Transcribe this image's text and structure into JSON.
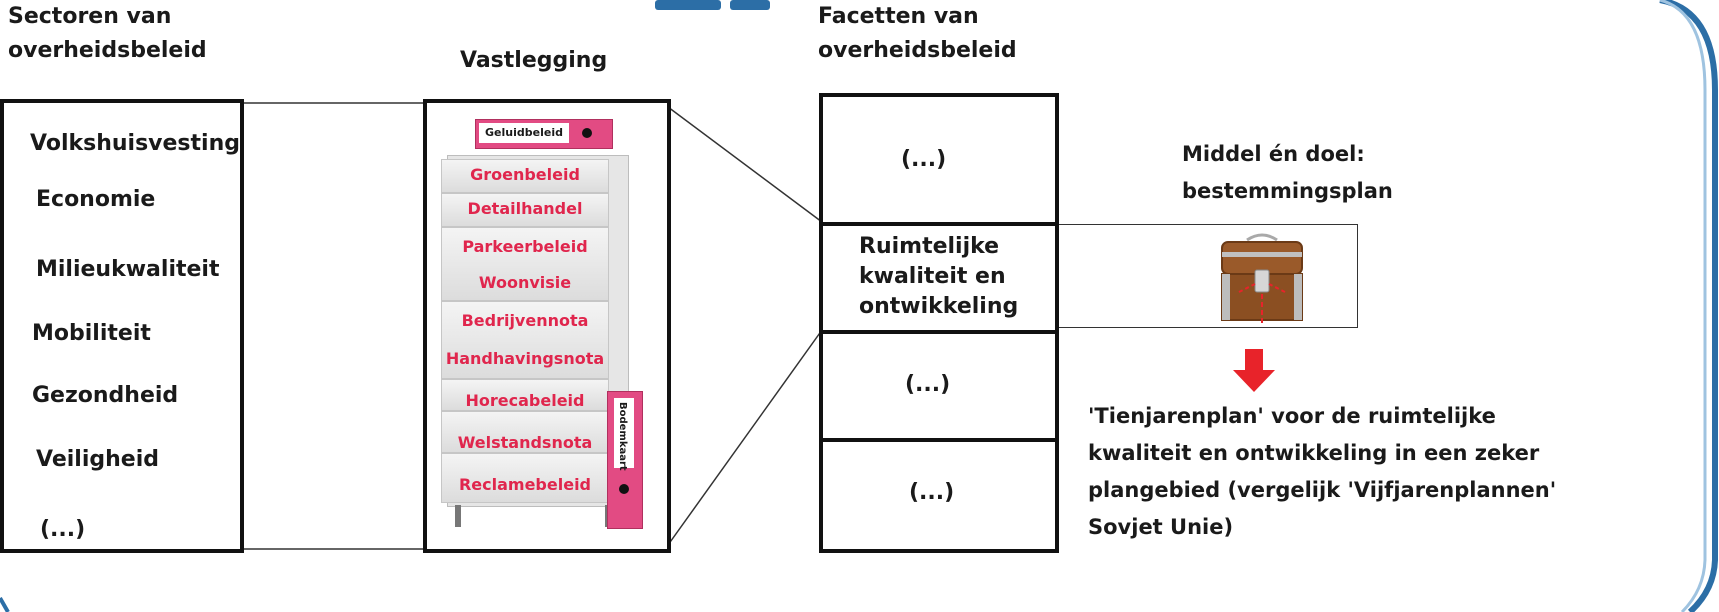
{
  "headings": {
    "sectoren": [
      "Sectoren van",
      "overheidsbeleid"
    ],
    "vastlegging": "Vastlegging",
    "facetten": [
      "Facetten van",
      "overheidsbeleid"
    ]
  },
  "sectors": [
    "Volkshuisvesting",
    "Economie",
    "Milieukwaliteit",
    "Mobiliteit",
    "Gezondheid",
    "Veiligheid",
    "(...)"
  ],
  "binder_top": "Geluidbeleid",
  "binder_side": "Bodemkaart",
  "cabinet_labels": [
    "Groenbeleid",
    "Detailhandel",
    "Parkeerbeleid",
    "Woonvisie",
    "Bedrijvennota",
    "Handhavingsnota",
    "Horecabeleid",
    "Welstandsnota",
    "Reclamebeleid"
  ],
  "facets": {
    "cell1": "(...)",
    "cell2": [
      "Ruimtelijke",
      "kwaliteit en",
      "ontwikkeling"
    ],
    "cell3": "(...)",
    "cell4": "(...)"
  },
  "middel": [
    "Middel én doel:",
    "bestemmingsplan"
  ],
  "description": [
    "'Tienjarenplan' voor de ruimtelijke",
    "kwaliteit en ontwikkeling in een zeker",
    "plangebied (vergelijk 'Vijfjarenplannen'",
    "Sovjet Unie)"
  ],
  "colors": {
    "label_red": "#e0264d",
    "binder_pink": "#e24b83",
    "frame_blue": "#2c6ea6",
    "arrow_red": "#e8232a"
  }
}
